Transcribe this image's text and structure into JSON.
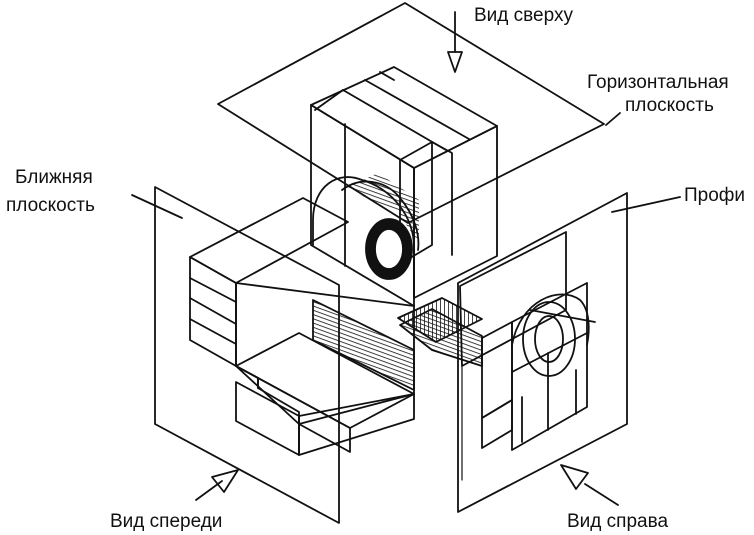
{
  "labels": {
    "top_view": "Вид сверху",
    "horizontal_plane_line1": "Горизонтальная",
    "horizontal_plane_line2": "плоскость",
    "near_plane_line1": "Ближняя",
    "near_plane_line2": "плоскость",
    "profile": "Профи",
    "front_view": "Вид спереди",
    "right_view": "Вид справа"
  },
  "colors": {
    "ink": "#111111",
    "background": "#ffffff"
  }
}
